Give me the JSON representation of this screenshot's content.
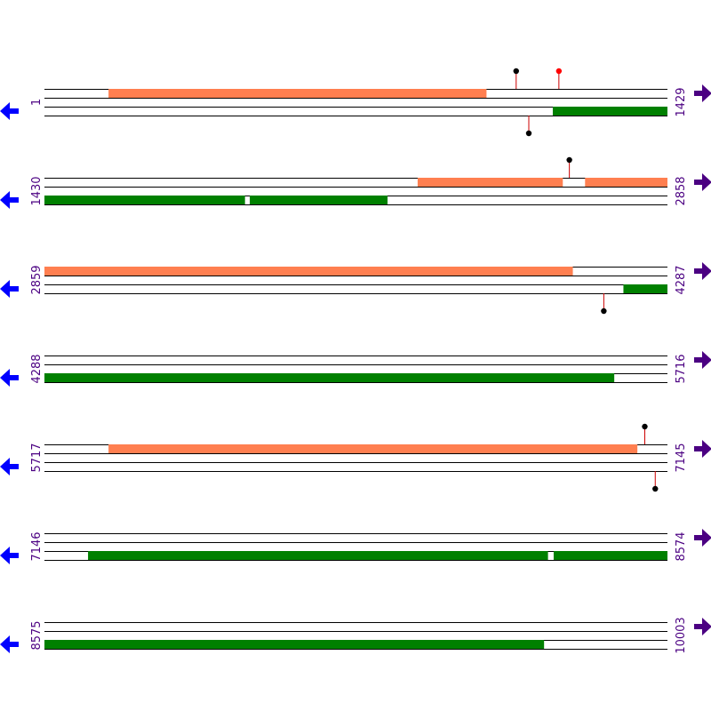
{
  "colors": {
    "forward_feature": "#ff7f50",
    "reverse_feature": "#008000",
    "forward_arrow": "#4b0082",
    "reverse_arrow": "#0000ff",
    "marker_default": "#000000",
    "marker_highlight": "#ff0000",
    "marker_stem": "#cc0000",
    "track_line": "#000000"
  },
  "icons": {
    "forward": "right-arrow-icon",
    "reverse": "left-arrow-icon"
  },
  "rows": [
    {
      "start": 1,
      "end": 1429,
      "start_label": "1",
      "end_label": "1429",
      "forward_features": [
        [
          148,
          1014
        ]
      ],
      "reverse_features": [
        [
          1167,
          1429
        ]
      ],
      "markers": [
        {
          "strand": "forward",
          "pos": 1083,
          "highlight": false
        },
        {
          "strand": "forward",
          "pos": 1181,
          "highlight": true
        },
        {
          "strand": "reverse",
          "pos": 1112,
          "highlight": false
        }
      ]
    },
    {
      "start": 1430,
      "end": 2858,
      "start_label": "1430",
      "end_label": "2858",
      "forward_features": [
        [
          2286,
          2618
        ],
        [
          2670,
          2858
        ]
      ],
      "reverse_features": [
        [
          1430,
          1889
        ],
        [
          1901,
          2216
        ]
      ],
      "markers": [
        {
          "strand": "forward",
          "pos": 2634,
          "highlight": false
        }
      ]
    },
    {
      "start": 2859,
      "end": 4287,
      "start_label": "2859",
      "end_label": "4287",
      "forward_features": [
        [
          2859,
          4070
        ]
      ],
      "reverse_features": [
        [
          4187,
          4287
        ]
      ],
      "markers": [
        {
          "strand": "reverse",
          "pos": 4142,
          "highlight": false
        }
      ]
    },
    {
      "start": 4288,
      "end": 5716,
      "start_label": "4288",
      "end_label": "5716",
      "forward_features": [],
      "reverse_features": [
        [
          4288,
          5594
        ]
      ],
      "markers": []
    },
    {
      "start": 5717,
      "end": 7145,
      "start_label": "5717",
      "end_label": "7145",
      "forward_features": [
        [
          5864,
          7076
        ]
      ],
      "reverse_features": [],
      "markers": [
        {
          "strand": "forward",
          "pos": 7094,
          "highlight": false
        },
        {
          "strand": "reverse",
          "pos": 7118,
          "highlight": false
        }
      ]
    },
    {
      "start": 7146,
      "end": 8574,
      "start_label": "7146",
      "end_label": "8574",
      "forward_features": [],
      "reverse_features": [
        [
          7246,
          8300
        ],
        [
          8314,
          8574
        ]
      ],
      "markers": []
    },
    {
      "start": 8575,
      "end": 10003,
      "start_label": "8575",
      "end_label": "10003",
      "forward_features": [],
      "reverse_features": [
        [
          8575,
          9720
        ]
      ],
      "markers": []
    }
  ]
}
